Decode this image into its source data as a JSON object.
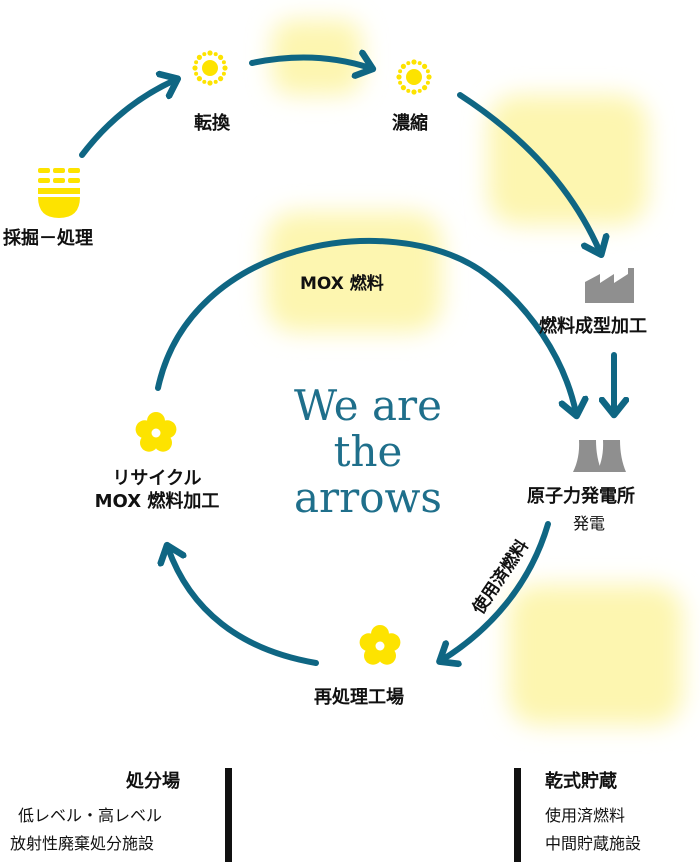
{
  "colors": {
    "arrow": "#0f6683",
    "accent_yellow": "#fde300",
    "highlight": "#fdf6b0",
    "factory": "#8f8f8f",
    "text": "#111111",
    "tagline": "#1f6f8b"
  },
  "cycle": {
    "mining": "採掘－処理",
    "conversion": "転換",
    "enrichment": "濃縮",
    "fuel_fabrication": "燃料成型加工",
    "power_plant": "原子力発電所",
    "power_generation": "発電",
    "spent_fuel_arrow": "使用済燃料",
    "reprocessing": "再処理工場",
    "mox_recycle_line1": "リサイクル",
    "mox_recycle_line2": "MOX 燃料加工",
    "mox_fuel_arrow": "MOX 燃料"
  },
  "tagline": {
    "line1": "We are",
    "line2": "the",
    "line3": "arrows"
  },
  "footer": {
    "disposal": {
      "title": "処分場",
      "line1": "低レベル・高レベル",
      "line2": "放射性廃棄処分施設"
    },
    "dry_storage": {
      "title": "乾式貯蔵",
      "line1": "使用済燃料",
      "line2": "中間貯蔵施設"
    }
  },
  "icons": [
    "sun-burst-icon",
    "mining-stripes-icon",
    "factory-icon",
    "cooling-tower-icon",
    "flower-icon"
  ]
}
